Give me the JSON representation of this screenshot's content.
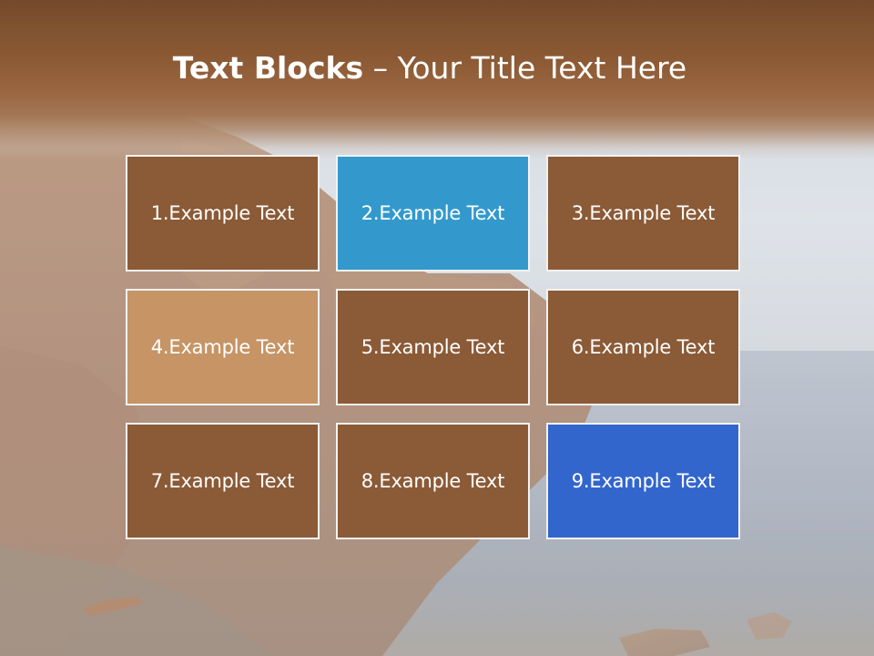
{
  "slide": {
    "title_bold": "Text Blocks",
    "title_rest": " – Your Title Text Here",
    "blocks": [
      {
        "label": "1.Example Text",
        "color": "#8b5a36"
      },
      {
        "label": "2.Example Text",
        "color": "#3399cc"
      },
      {
        "label": "3.Example Text",
        "color": "#8b5a36"
      },
      {
        "label": "4.Example Text",
        "color": "#c69465"
      },
      {
        "label": "5.Example Text",
        "color": "#8b5a36"
      },
      {
        "label": "6.Example Text",
        "color": "#8b5a36"
      },
      {
        "label": "7.Example Text",
        "color": "#8b5a36"
      },
      {
        "label": "8.Example Text",
        "color": "#8b5a36"
      },
      {
        "label": "9.Example Text",
        "color": "#3366cc"
      }
    ]
  }
}
